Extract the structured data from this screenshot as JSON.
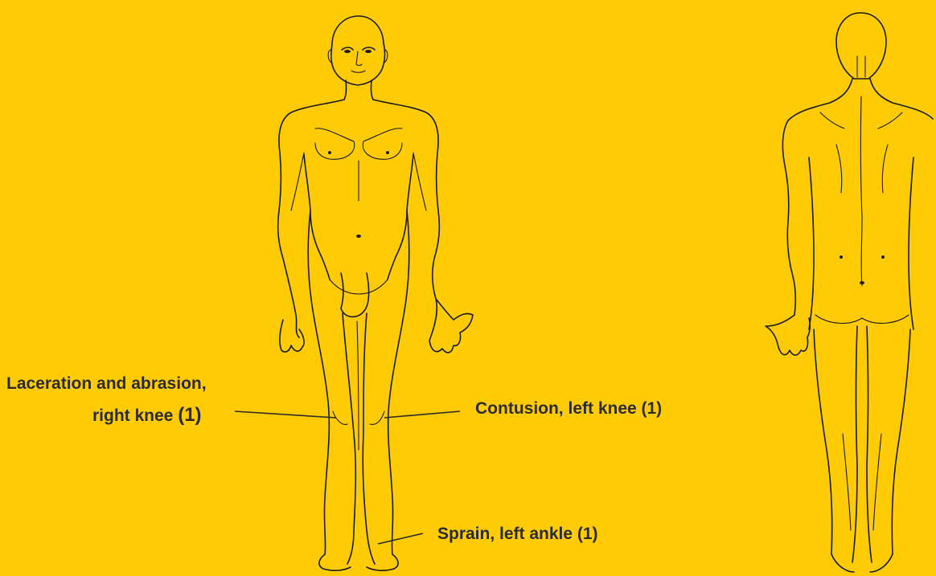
{
  "injuries": [
    {
      "line1": "Laceration and abrasion,",
      "line2": "right knee",
      "count": "(1)"
    },
    {
      "text": "Contusion, left knee (1)"
    },
    {
      "text": "Sprain, left ankle (1)"
    }
  ],
  "colors": {
    "background": "#FFCB05",
    "outline": "#1a1a1a",
    "text": "#2b2b2b"
  }
}
